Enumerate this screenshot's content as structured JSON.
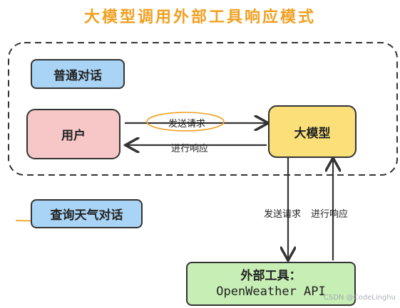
{
  "title": "大模型调用外部工具响应模式",
  "normal_chat": {
    "label": "普通对话",
    "user": "用户",
    "llm": "大模型",
    "send_request": "发送请求",
    "respond": "进行响应"
  },
  "weather_chat": {
    "label": "查询天气对话",
    "send_request": "发送请求",
    "respond": "进行响应"
  },
  "external_tool": {
    "line1": "外部工具：",
    "line2": "OpenWeather API"
  },
  "watermark": "CSDN @CodeLinghu",
  "colors": {
    "title": "#f0a020",
    "blue_box": "#a9d4f5",
    "user_box": "#f7c6c6",
    "llm_box": "#fbe07a",
    "tool_box": "#c7eeb5",
    "highlight": "#f0a020"
  }
}
